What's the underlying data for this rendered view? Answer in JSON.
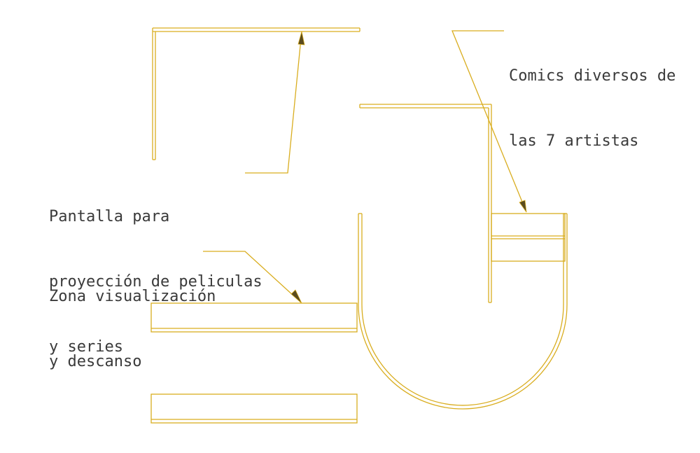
{
  "plan": {
    "line_color": "#d9ad1f",
    "arrow_color": "#5a4b1e",
    "text_color": "#3a3a3a",
    "background": "#ffffff"
  },
  "labels": {
    "screen": {
      "line1": "Pantalla para",
      "line2": "proyección de peliculas",
      "line3": "y series"
    },
    "lounge": {
      "line1": "Zona visualización",
      "line2": "y descanso"
    },
    "comics": {
      "line1": "Comics diversos de",
      "line2": "las 7 artistas"
    }
  }
}
